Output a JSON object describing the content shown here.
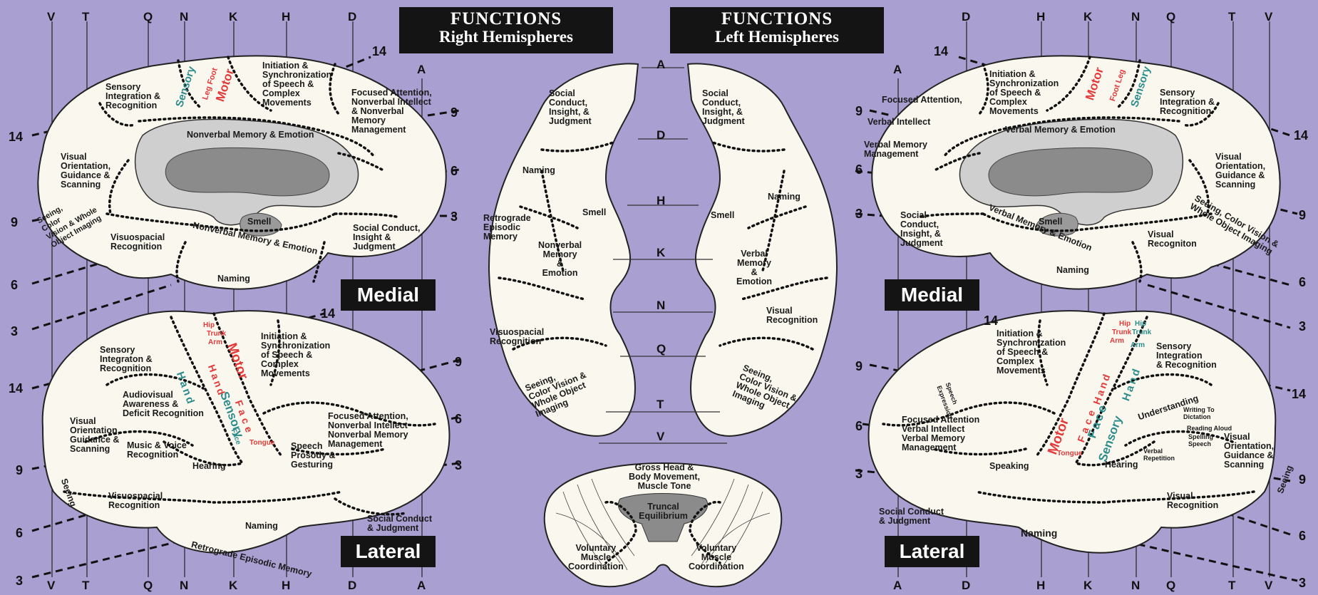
{
  "header_right": {
    "title": "FUNCTIONS",
    "subtitle": "Right Hemispheres"
  },
  "header_left": {
    "title": "FUNCTIONS",
    "subtitle": "Left Hemispheres"
  },
  "badges": {
    "medial": "Medial",
    "lateral": "Lateral"
  },
  "grid": {
    "left_top": [
      "V",
      "T",
      "Q",
      "N",
      "K",
      "H",
      "D"
    ],
    "left_top_a": "A",
    "left_bottom": [
      "V",
      "T",
      "Q",
      "N",
      "K",
      "H",
      "D",
      "A"
    ],
    "right_top": [
      "D",
      "H",
      "K",
      "N",
      "Q",
      "T",
      "V"
    ],
    "right_top_a": "A",
    "right_bottom": [
      "A",
      "D",
      "H",
      "K",
      "N",
      "Q",
      "T",
      "V"
    ],
    "center": [
      "A",
      "D",
      "H",
      "K",
      "N",
      "Q",
      "T",
      "V"
    ]
  },
  "numbers": {
    "left": [
      "14",
      "9",
      "6",
      "3",
      "14",
      "9",
      "6",
      "3"
    ],
    "mid_left_top": [
      "14",
      "9",
      "6",
      "3"
    ],
    "mid_left_bottom": [
      "14",
      "9",
      "6",
      "3"
    ],
    "right": [
      "14",
      "9",
      "6",
      "3",
      "14",
      "9",
      "6",
      "3"
    ],
    "mid_right_top": [
      "14",
      "9",
      "6",
      "3"
    ],
    "mid_right_bottom": [
      "14",
      "9",
      "6",
      "3"
    ]
  },
  "right_medial": {
    "sensory": "Sensory",
    "leg_foot": "Leg Foot",
    "motor": "Motor",
    "initiation": "Initiation &\nSynchronization\nof Speech &\nComplex\nMovements",
    "sensory_integration": "Sensory\nIntegration &\nRecognition",
    "focused": "Focused Attention,\nNonverbal Intellect\n& Nonverbal\nMemory\nManagement",
    "nonverbal_memory": "Nonverbal Memory & Emotion",
    "visual_orientation": "Visual\nOrientation,\nGuidance &\nScanning",
    "seeing": "Seeing,\nColor\nVision & Whole\nObject Imaging",
    "smell": "Smell",
    "nonverbal_memory2": "Nonverbal Memory & Emotion",
    "social": "Social Conduct,\nInsight &\nJudgment",
    "visuospacial": "Visuospacial\nRecognition",
    "naming": "Naming"
  },
  "right_lateral": {
    "hip": "Hip",
    "trunk": "Trunk",
    "arm": "Arm",
    "hand_sensory": "Hand",
    "motor": "Motor",
    "hand_motor": "Hand",
    "face_motor": "Face",
    "tongue": "Tongue",
    "face_sensory": "Face",
    "sensory": "Sensory",
    "sensory_integration": "Sensory\nIntegraton &\nRecognition",
    "initiation": "Initiation &\nSynchronization\nof Speech &\nComplex\nMovements",
    "audiovisual": "Audiovisual\nAwareness &\nDeficit Recognition",
    "visual_orientation": "Visual\nOrientation,\nGuidance &\nScanning",
    "music": "Music & Voice\nRecognition",
    "hearing": "Hearing",
    "focused": "Focused Attention,\nNonverbal Intellect\nNonverbal Memory\nManagement",
    "speech_prosody": "Speech\nProsody &\nGesturing",
    "seeing": "Seeing",
    "visuospacial": "Visuospacial\nRecognition",
    "naming": "Naming",
    "social": "Social Conduct\n& Judgment",
    "retrograde": "Retrograde Episodic Memory"
  },
  "center_basal": {
    "social_right": "Social\nConduct,\nInsight, &\nJudgment",
    "social_left": "Social\nConduct,\nInsight, &\nJudgment",
    "naming_right": "Naming",
    "naming_left": "Naming",
    "retrograde": "Retrograde\nEpisodic\nMemory",
    "smell_right": "Smell",
    "smell_left": "Smell",
    "nonverbal": "Nonverbal\nMemory\n&\nEmotion",
    "verbal": "Verbal\nMemory\n&\nEmotion",
    "visuospacial": "Visuospacial\nRecognition",
    "visual_recognition": "Visual\nRecognition",
    "seeing_right": "Seeing,\nColor Vision &\nWhole Object\nImaging",
    "seeing_left": "Seeing,\nColor Vision &\nWhole Object\nImaging"
  },
  "cerebellum": {
    "gross": "Gross Head &\nBody Movement,\nMuscle Tone",
    "truncal": "Truncal\nEquilibrium",
    "voluntary_left": "Voluntary\nMuscle\nCoordination",
    "voluntary_right": "Voluntary\nMuscle\nCoordination"
  },
  "left_medial": {
    "motor": "Motor",
    "foot_leg": "Foot Leg",
    "sensory": "Sensory",
    "focused": "Focused Attention,",
    "verbal_intellect": "Verbal Intellect",
    "initiation": "Initiation &\nSynchronization\nof Speech &\nComplex\nMovements",
    "verbal_memory": "Verbal Memory & Emotion",
    "sensory_integration": "Sensory\nIntegration &\nRecognition",
    "verbal_memory_mgmt": "Verbal Memory\nManagement",
    "visual_orientation": "Visual\nOrientation,\nGuidance &\nScanning",
    "social": "Social\nConduct,\nInsight, &\nJudgment",
    "smell": "Smell",
    "verbal_memory2": "Verbal Memory & Emotion",
    "seeing": "Seeing, Color Vision &\nWhole Object Imaging",
    "visual_recognition": "Visual\nRecogniton",
    "naming": "Naming"
  },
  "left_lateral": {
    "hip": "Hip",
    "trunk": "Trunk",
    "arm": "Arm",
    "hand_motor": "Hand",
    "face_motor": "Face",
    "motor": "Motor",
    "tongue": "Tongue",
    "face_sensory": "Face",
    "sensory": "Sensory",
    "hand_sensory": "Hand",
    "initiation": "Initiation &\nSynchronization\nof Speech &\nComplex\nMovements",
    "sensory_integration": "Sensory\nIntegration\n& Recognition",
    "focused": "Focused Attention\nVerbal Intellect\nVerbal Memory\nManagement",
    "understanding": "Understanding",
    "writing": "Writing To\nDictation",
    "reading": "Reading Aloud",
    "spelling": "Spelling\nSpeech",
    "verbal_repetition": "Verbal\nRepetition",
    "visual_orientation": "Visual\nOrientation,\nGuidance &\nScanning",
    "seeing": "Seeing",
    "speaking": "Speaking",
    "hearing": "Hearing",
    "visual_recognition": "Visual\nRecognition",
    "social": "Social Conduct\n& Judgment",
    "naming": "Naming",
    "speech_exp": "Speech\nExpression"
  }
}
